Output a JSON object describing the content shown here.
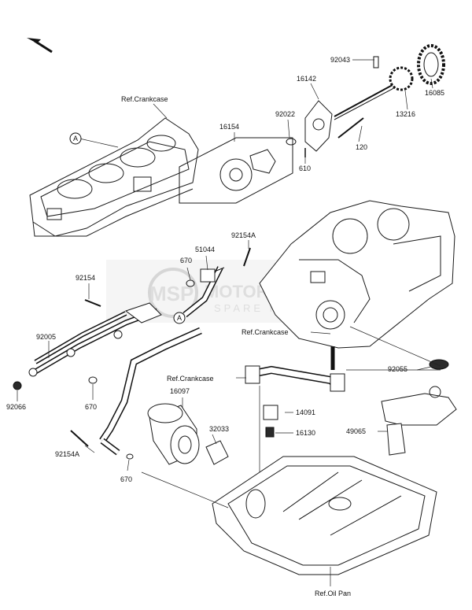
{
  "diagram": {
    "labels": {
      "ref_crankcase_top": "Ref.Crankcase",
      "ref_crankcase_mid": "Ref.Crankcase",
      "ref_crankcase_low": "Ref.Crankcase",
      "ref_oil_pan": "Ref.Oil Pan",
      "p92043": "92043",
      "p16142": "16142",
      "p16085": "16085",
      "p13216": "13216",
      "p92022": "92022",
      "p16154": "16154",
      "p120": "120",
      "p610": "610",
      "p670_a": "670",
      "p51044": "51044",
      "p92154A_top": "92154A",
      "p92154": "92154",
      "p92005": "92005",
      "p92066": "92066",
      "p670_b": "670",
      "p92055": "92055",
      "p14091": "14091",
      "p16097": "16097",
      "p16130": "16130",
      "p32033": "32033",
      "p49065": "49065",
      "p92154A_low": "92154A",
      "p670_c": "670",
      "marker_a1": "A",
      "marker_a2": "A"
    },
    "watermark": {
      "logo": "MSP",
      "line1": "MOTORCYCLE",
      "line2": "SPARE PARTS"
    }
  }
}
